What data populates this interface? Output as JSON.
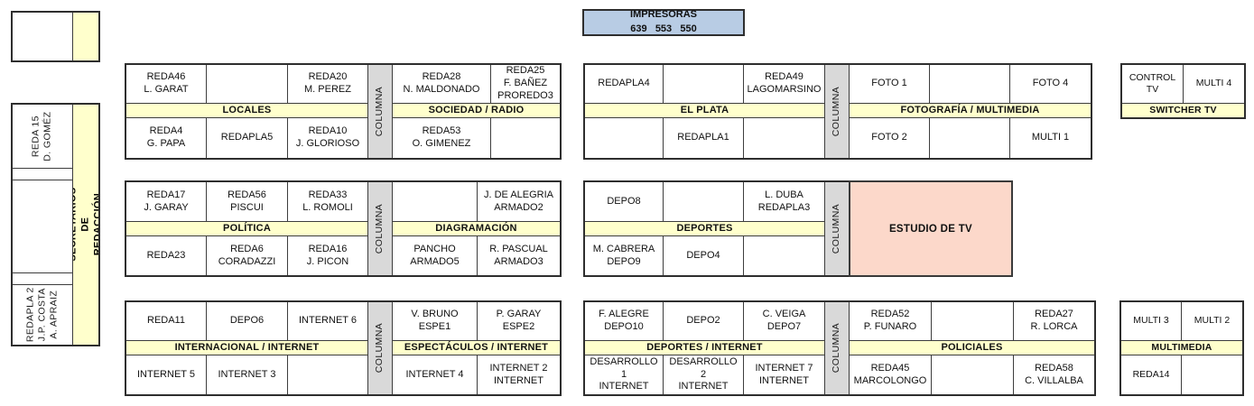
{
  "palette": {
    "header_yellow": "#ffffcc",
    "columna_gray": "#d9d9d9",
    "printer_blue": "#b8cce4",
    "estudio_salmon": "#fcd8ca",
    "line_dark": "#2e2e2e"
  },
  "printer": {
    "label": "IMPRESORAS\n639   553   550"
  },
  "estudio": {
    "label": "ESTUDIO DE TV"
  },
  "columna_label": "COLUMNA",
  "sidebar": {
    "strip": "SECRETARIOS DE REDACCIÓN",
    "desk_top": "REDA 15\nD. GOMÉZ",
    "desk_bottom": "REDAPLA 2\nJ.P. COSTA\nA. APRAIZ"
  },
  "sections": {
    "locales": {
      "header": "LOCALES",
      "top": [
        "REDA46\nL. GARAT",
        "",
        "REDA20\nM. PEREZ"
      ],
      "bottom": [
        "REDA4\nG. PAPA",
        "REDAPLA5",
        "REDA10\nJ. GLORIOSO"
      ]
    },
    "sociedad": {
      "header": "SOCIEDAD / RADIO",
      "top": [
        "REDA28\nN. MALDONADO",
        "REDA25\nF. BAÑEZ\nPROREDO3"
      ],
      "bottom": [
        "REDA53\nO. GIMENEZ",
        ""
      ]
    },
    "elplata": {
      "header": "EL PLATA",
      "top": [
        "REDAPLA4",
        "",
        "REDA49\nLAGOMARSINO"
      ],
      "bottom": [
        "",
        "REDAPLA1",
        ""
      ]
    },
    "foto": {
      "header": "FOTOGRAFÍA / MULTIMEDIA",
      "top": [
        "FOTO 1",
        "",
        "FOTO 4"
      ],
      "bottom": [
        "FOTO 2",
        "",
        "MULTI 1"
      ]
    },
    "switcher": {
      "header": "SWITCHER TV",
      "top": [
        "CONTROL TV",
        "MULTI 4"
      ]
    },
    "politica": {
      "header": "POLÍTICA",
      "top": [
        "REDA17\nJ. GARAY",
        "REDA56\nPISCUI",
        "REDA33\nL. ROMOLI"
      ],
      "bottom": [
        "REDA23",
        "REDA6\nCORADAZZI",
        "REDA16\nJ. PICON"
      ]
    },
    "diagramacion": {
      "header": "DIAGRAMACIÓN",
      "top": [
        "",
        "J. DE ALEGRIA\nARMADO2"
      ],
      "bottom": [
        "PANCHO\nARMADO5",
        "R. PASCUAL\nARMADO3"
      ]
    },
    "deportes": {
      "header": "DEPORTES",
      "top": [
        "DEPO8",
        "",
        "L. DUBA\nREDAPLA3"
      ],
      "bottom": [
        "M. CABRERA\nDEPO9",
        "DEPO4",
        ""
      ]
    },
    "internacional": {
      "header": "INTERNACIONAL / INTERNET",
      "top": [
        "REDA11",
        "DEPO6",
        "INTERNET 6"
      ],
      "bottom": [
        "INTERNET 5",
        "INTERNET 3",
        ""
      ]
    },
    "espectaculos": {
      "header": "ESPECTÁCULOS / INTERNET",
      "top": [
        "V. BRUNO\nESPE1",
        "P. GARAY\nESPE2"
      ],
      "bottom": [
        "INTERNET 4",
        "INTERNET 2\nINTERNET"
      ]
    },
    "deportes_internet": {
      "header": "DEPORTES / INTERNET",
      "top": [
        "F. ALEGRE\nDEPO10",
        "DEPO2",
        "C. VEIGA\nDEPO7"
      ],
      "bottom": [
        "DESARROLLO 1\nINTERNET",
        "DESARROLLO 2\nINTERNET",
        "INTERNET 7\nINTERNET"
      ]
    },
    "policiales": {
      "header": "POLICIALES",
      "top": [
        "REDA52\nP. FUNARO",
        "",
        "REDA27\nR. LORCA"
      ],
      "bottom": [
        "REDA45\nMARCOLONGO",
        "",
        "REDA58\nC. VILLALBA"
      ]
    },
    "multimedia": {
      "header": "MULTIMEDIA",
      "top": [
        "MULTI 3",
        "MULTI 2"
      ],
      "bottom": [
        "REDA14",
        ""
      ]
    }
  }
}
